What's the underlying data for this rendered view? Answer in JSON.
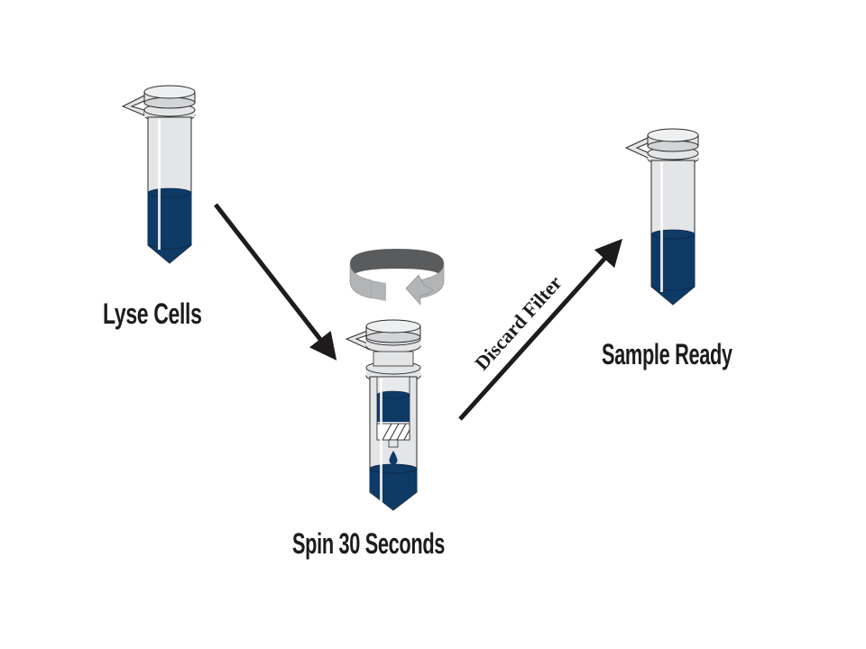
{
  "diagram": {
    "type": "process-flow",
    "colors": {
      "liquid": "#0e3a66",
      "tube_fill": "#e4e5e7",
      "tube_outline": "#2a2a2a",
      "arrow": "#1e1b1c",
      "spin_dark": "#5a5b5d",
      "spin_light": "#b3b4b6"
    },
    "steps": [
      {
        "id": "lyse",
        "label": "Lyse Cells",
        "icon": "microcentrifuge-tube-icon"
      },
      {
        "id": "spin",
        "label": "Spin 30 Seconds",
        "icon": "spin-column-tube-icon"
      },
      {
        "id": "ready",
        "label": "Sample Ready",
        "icon": "microcentrifuge-tube-icon"
      }
    ],
    "arrows": [
      {
        "from": "lyse",
        "to": "spin",
        "label": ""
      },
      {
        "from": "spin",
        "to": "ready",
        "label": "Discard Filter"
      }
    ],
    "spin_icon": "rotation-arrow-icon"
  }
}
